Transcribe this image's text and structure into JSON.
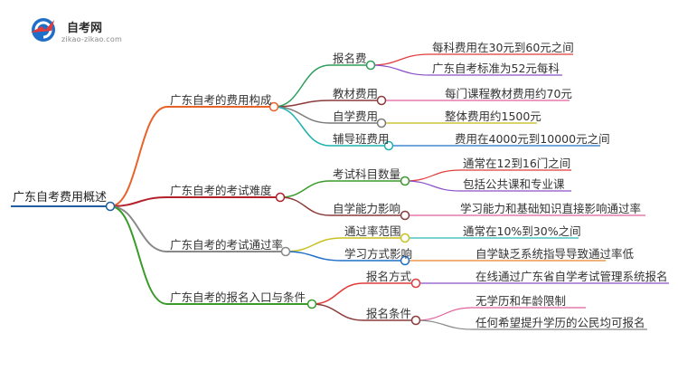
{
  "logo": {
    "name": "自考网",
    "url": "zikao-zikao.com"
  },
  "root": "广东自考费用概述",
  "branches": [
    {
      "label": "广东自考的费用构成",
      "color": "#e8622a",
      "children": [
        {
          "label": "报名费",
          "color": "#2e9e5b",
          "children": [
            {
              "label": "每科费用在30元到60元之间",
              "color": "#e23b3b"
            },
            {
              "label": "广东自考标准为52元每科",
              "color": "#8a4fc8"
            }
          ]
        },
        {
          "label": "教材费用",
          "color": "#8b3a3a",
          "children": [
            {
              "label": "每门课程教材费用约70元",
              "color": "#e0609a"
            }
          ]
        },
        {
          "label": "自学费用",
          "color": "#7a7a7a",
          "children": [
            {
              "label": "整体费用约1500元",
              "color": "#c9b516"
            }
          ]
        },
        {
          "label": "辅导班费用",
          "color": "#1fb0b0",
          "children": [
            {
              "label": "费用在4000元到10000元之间",
              "color": "#1f6fc8"
            }
          ]
        }
      ]
    },
    {
      "label": "广东自考的考试难度",
      "color": "#b3202a",
      "children": [
        {
          "label": "考试科目数量",
          "color": "#3a9a2a",
          "children": [
            {
              "label": "通常在12到16门之间",
              "color": "#e23b3b"
            },
            {
              "label": "包括公共课和专业课",
              "color": "#8a4fc8"
            }
          ]
        },
        {
          "label": "自学能力影响",
          "color": "#8b3a3a",
          "children": [
            {
              "label": "学习能力和基础知识直接影响通过率",
              "color": "#e0609a"
            }
          ]
        }
      ]
    },
    {
      "label": "广东自考的考试通过率",
      "color": "#888888",
      "children": [
        {
          "label": "通过率范围",
          "color": "#c8c020",
          "children": [
            {
              "label": "通常在10%到30%之间",
              "color": "#2ab8b8"
            }
          ]
        },
        {
          "label": "学习方式影响",
          "color": "#1f6fc8",
          "children": [
            {
              "label": "自学缺乏系统指导导致通过率低",
              "color": "#e8842a"
            }
          ]
        }
      ]
    },
    {
      "label": "广东自考的报名入口与条件",
      "color": "#3a9a2a",
      "children": [
        {
          "label": "报名方式",
          "color": "#e23b3b",
          "children": [
            {
              "label": "在线通过广东省自学考试管理系统报名",
              "color": "#8a4fc8"
            }
          ]
        },
        {
          "label": "报名条件",
          "color": "#8b3a3a",
          "children": [
            {
              "label": "无学历和年龄限制",
              "color": "#e0609a"
            },
            {
              "label": "任何希望提升学历的公民均可报名",
              "color": "#888888"
            }
          ]
        }
      ]
    }
  ],
  "colors": {
    "root": "#1f5fa0"
  }
}
